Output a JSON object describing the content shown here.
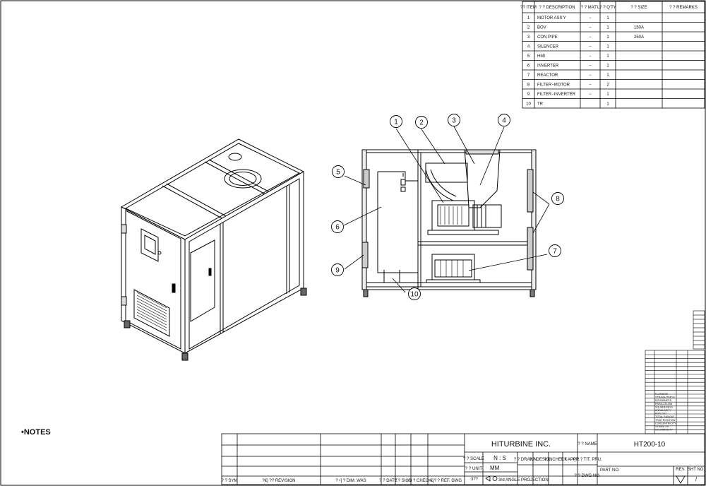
{
  "bom": {
    "headers": {
      "item": "?? ITEM",
      "description": "? ? DESCRIPTION",
      "material": "? ? MAT'L",
      "qty": "? ? Q'TY",
      "size": "? ? SIZE",
      "remarks": "? ? REMARKS"
    },
    "rows": [
      {
        "item": "1",
        "description": "MOTOR ASS'Y",
        "material": "−",
        "qty": "1",
        "size": ""
      },
      {
        "item": "2",
        "description": "BOV",
        "material": "−",
        "qty": "1",
        "size": "150A"
      },
      {
        "item": "3",
        "description": "CON PIPE",
        "material": "−",
        "qty": "1",
        "size": "250A"
      },
      {
        "item": "4",
        "description": "SILENCER",
        "material": "−",
        "qty": "1",
        "size": ""
      },
      {
        "item": "5",
        "description": "HMI",
        "material": "−",
        "qty": "1",
        "size": ""
      },
      {
        "item": "6",
        "description": "INVERTER",
        "material": "−",
        "qty": "1",
        "size": ""
      },
      {
        "item": "7",
        "description": "REACTOR",
        "material": "−",
        "qty": "1",
        "size": ""
      },
      {
        "item": "8",
        "description": "FILTER−MOTOR",
        "material": "−",
        "qty": "2",
        "size": ""
      },
      {
        "item": "9",
        "description": "FILTER−INVERTER",
        "material": "−",
        "qty": "1",
        "size": ""
      },
      {
        "item": "10",
        "description": "TR",
        "material": "",
        "qty": "1",
        "size": ""
      }
    ]
  },
  "balloons": [
    "1",
    "2",
    "3",
    "4",
    "5",
    "6",
    "7",
    "8",
    "9",
    "10"
  ],
  "notes_label": "•NOTES",
  "title_block": {
    "company": "HITURBINE INC.",
    "drawing_name": "HT200-10",
    "name_label": "? ? NAME",
    "scale_label": "? ? SCALE",
    "scale_value": "N : S",
    "unit_label": "? ? UNIT",
    "unit_value": "MM",
    "projection_label": "3rd ANGLE PROJECTION",
    "projection_code": "3??",
    "drawn": "? ? DRAWN",
    "design": "? ? DESIGN",
    "check": "? €. CHECK",
    "appr": "? ? APPR.",
    "title_pru": "•] ? ? TIT. PRU.",
    "dwg_no_label": "? ? DWG NO.",
    "part_no": "PART NO.",
    "rev": "REV.",
    "sht_no": "SHT NO.",
    "sht_value": "/"
  },
  "revision_footer": {
    "sym": "? ? SYM",
    "revision": "?€] ?? REVISION",
    "dim_was": "? •] ? DIM. WAS",
    "date": "? ? DATE",
    "sign": "? ? SIGN",
    "check": "•D ? CHECK",
    "ref_dwg": "€j? ? REF. DWG"
  },
  "tolerance_rows": [
    "FLATNESS",
    "STRAIGHTNESS",
    "ROUNDNESS",
    "PARALLELISM",
    "SQUARENESS",
    "ANGULARITY",
    "RUN OUT",
    "TOTAL RUNOUT",
    "TRUE POSITION",
    "CONCENTRICITY",
    "SYMMETRY",
    "CYLINDRICITY"
  ]
}
